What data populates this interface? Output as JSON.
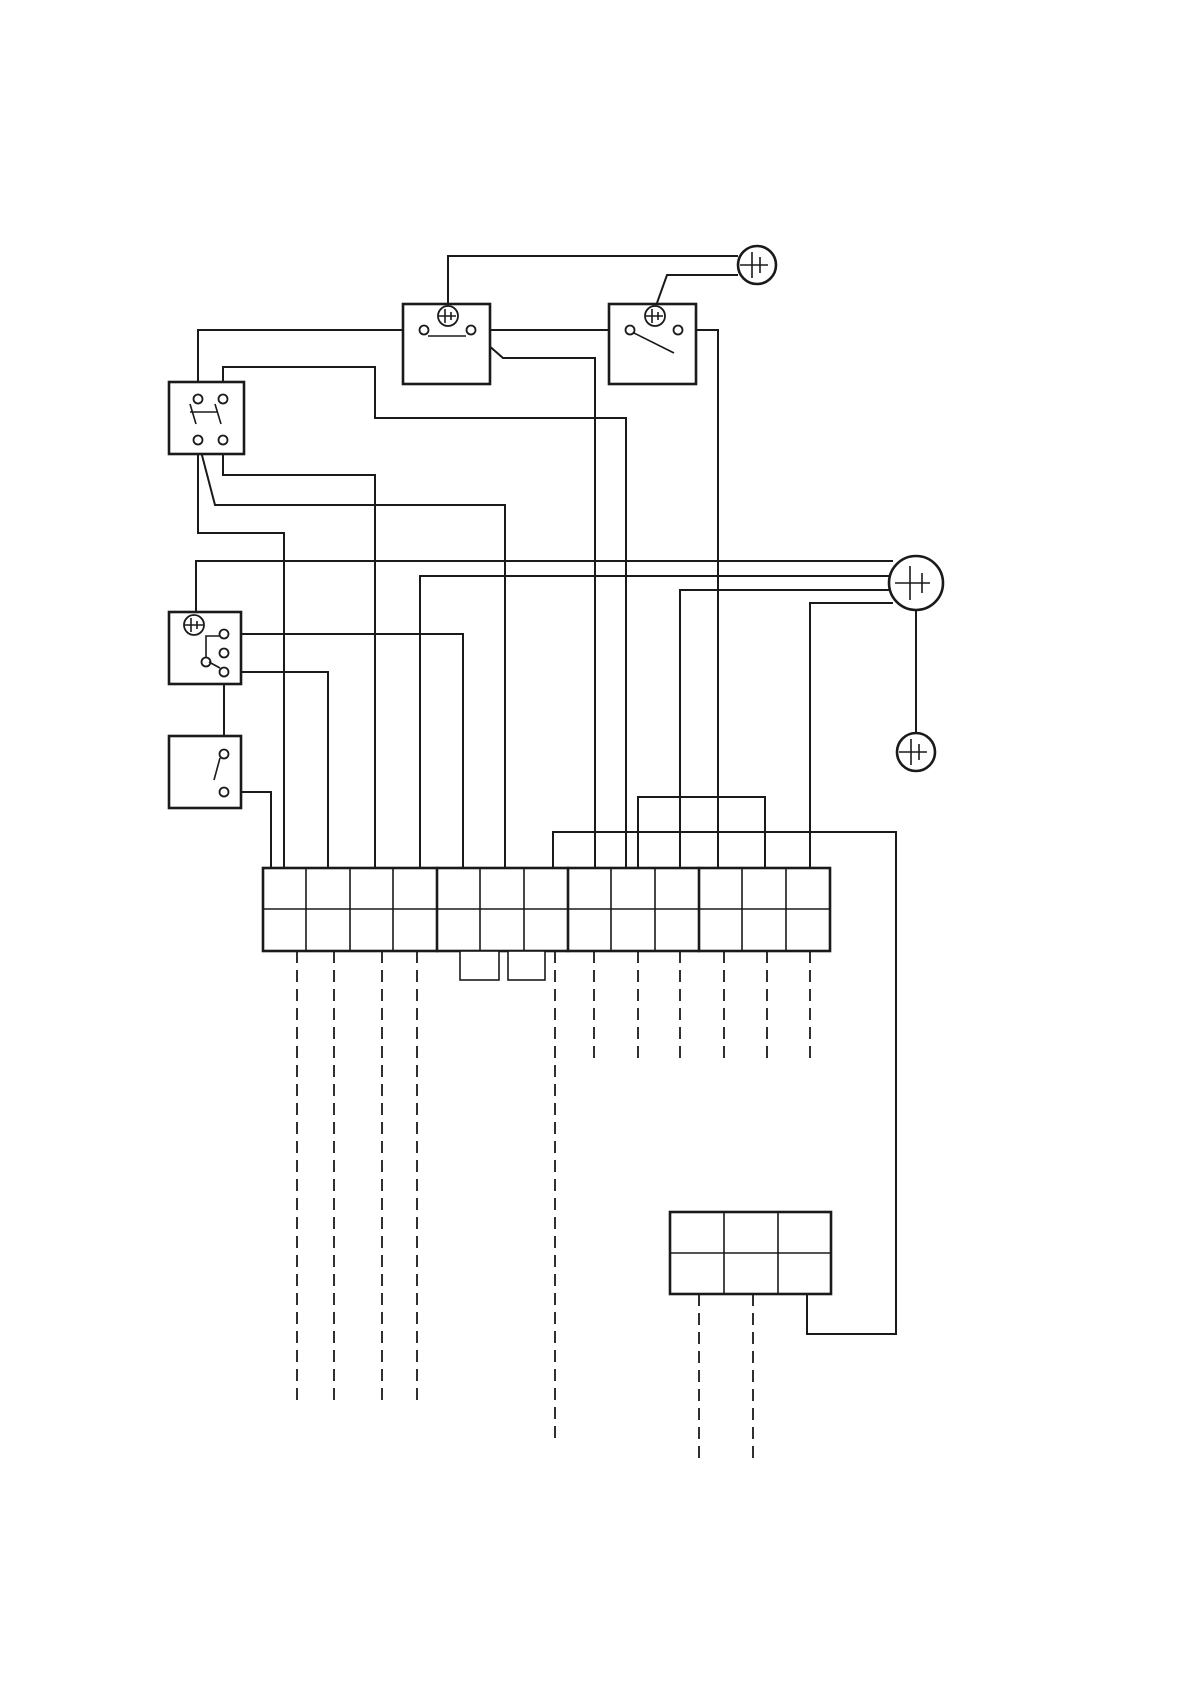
{
  "colors": {
    "line": "#1a1a1a",
    "background": "#ffffff"
  },
  "components": [
    {
      "id": "sw-top-left",
      "kind": "switch",
      "icon": "switch-symbol-icon"
    },
    {
      "id": "sw-top-right",
      "kind": "switch",
      "icon": "switch-symbol-icon"
    },
    {
      "id": "sw-double",
      "kind": "double-pole-switch",
      "icon": "switch-symbol-icon"
    },
    {
      "id": "relay-left",
      "kind": "changeover-switch",
      "icon": "switch-symbol-icon"
    },
    {
      "id": "sw-bottom-left",
      "kind": "switch",
      "icon": "switch-symbol-icon"
    },
    {
      "id": "gnd-top",
      "kind": "ground",
      "icon": "ground-icon"
    },
    {
      "id": "gnd-main",
      "kind": "ground",
      "icon": "ground-icon"
    },
    {
      "id": "gnd-bottom",
      "kind": "ground",
      "icon": "ground-icon"
    },
    {
      "id": "connector-main",
      "kind": "connector",
      "rows": 2,
      "columns": 13
    },
    {
      "id": "connector-small",
      "kind": "connector",
      "rows": 2,
      "columns": 3
    }
  ]
}
